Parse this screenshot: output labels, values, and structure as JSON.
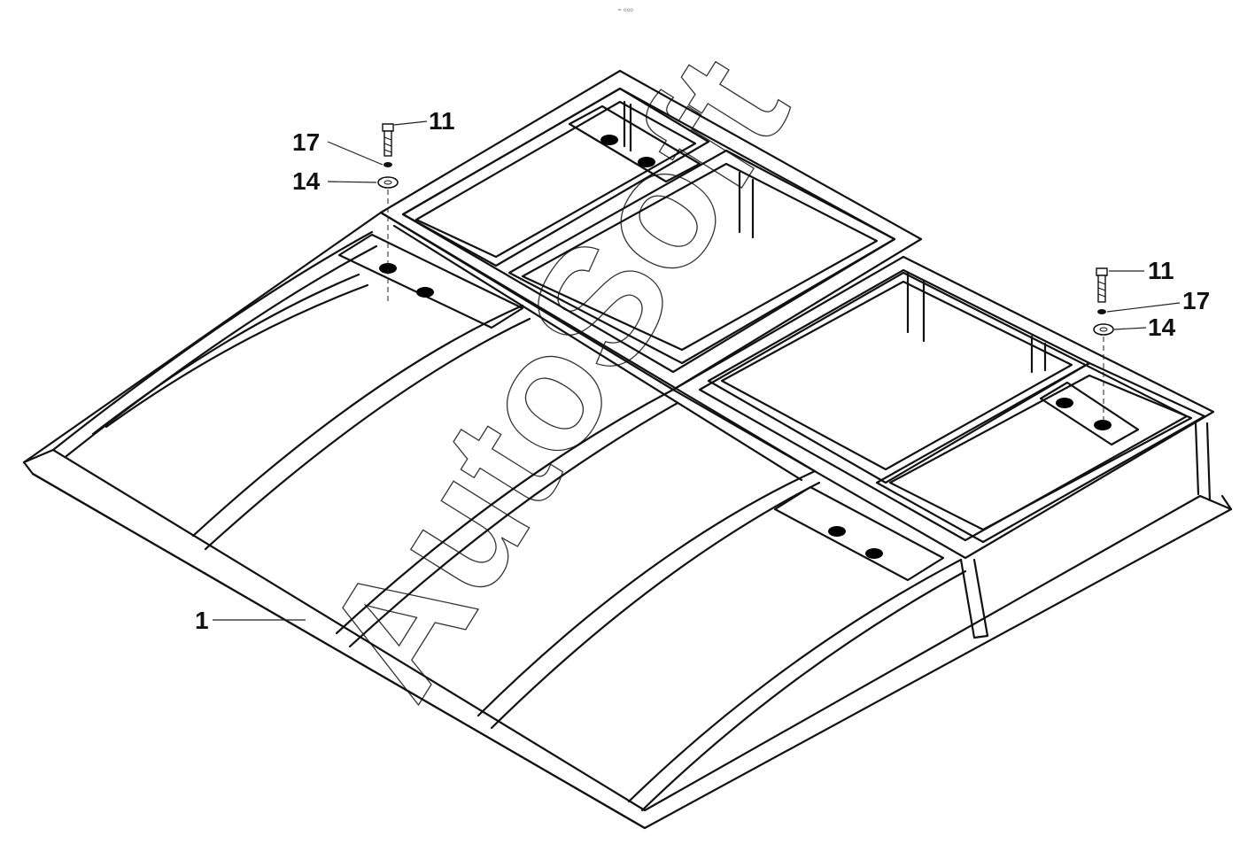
{
  "top_hint": "≈ ooo",
  "watermark": "AutoSoft",
  "callouts": [
    {
      "id": "c11a",
      "label": "11"
    },
    {
      "id": "c17a",
      "label": "17"
    },
    {
      "id": "c14a",
      "label": "14"
    },
    {
      "id": "c11b",
      "label": "11"
    },
    {
      "id": "c17b",
      "label": "17"
    },
    {
      "id": "c14b",
      "label": "14"
    },
    {
      "id": "c1",
      "label": "1"
    }
  ]
}
